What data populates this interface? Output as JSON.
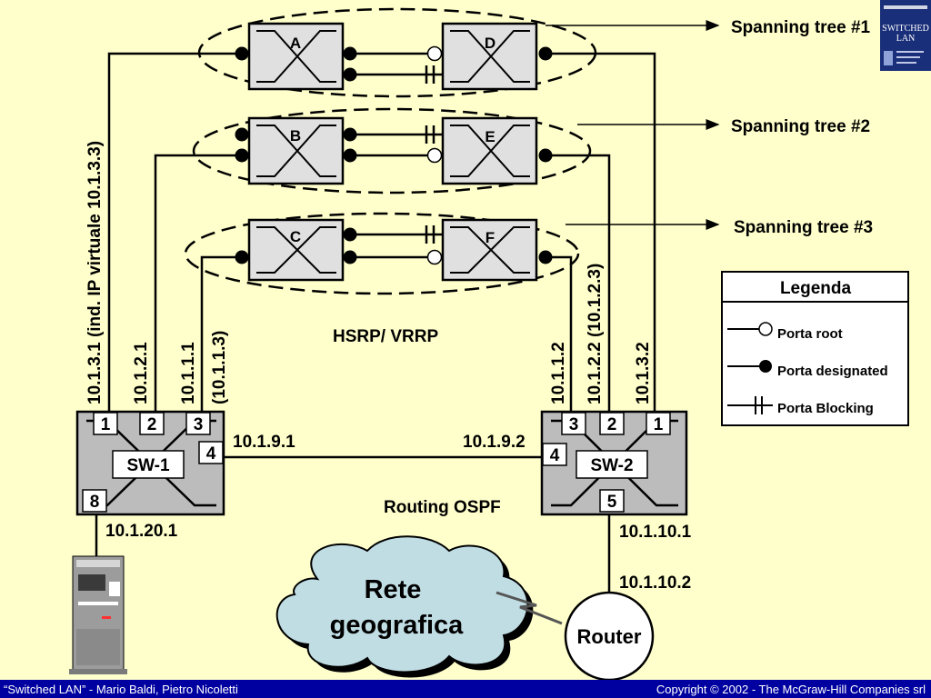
{
  "spanning_trees": [
    "Spanning tree #1",
    "Spanning tree #2",
    "Spanning tree #3"
  ],
  "bridges": [
    "A",
    "B",
    "C",
    "D",
    "E",
    "F"
  ],
  "switches": {
    "sw1": {
      "label": "SW-1",
      "ports": [
        "1",
        "2",
        "3",
        "4",
        "8"
      ]
    },
    "sw2": {
      "label": "SW-2",
      "ports": [
        "3",
        "2",
        "1",
        "4",
        "5"
      ]
    }
  },
  "addresses": {
    "sw1_port1": "10.1.3.1 (ind. IP virtuale 10.1.3.3)",
    "sw1_port2": "10.1.2.1",
    "sw1_port3_a": "10.1.1.1",
    "sw1_port3_b": "(10.1.1.3)",
    "sw2_port3": "10.1.1.2",
    "sw2_port2": "10.1.2.2 (10.1.2.3)",
    "sw2_port1": "10.1.3.2",
    "sw1_link": "10.1.9.1",
    "sw2_link": "10.1.9.2",
    "sw1_port8": "10.1.20.1",
    "sw2_port5": "10.1.10.1",
    "router": "10.1.10.2"
  },
  "labels": {
    "hsrp": "HSRP/ VRRP",
    "routing": "Routing OSPF",
    "cloud_line1": "Rete",
    "cloud_line2": "geografica",
    "router": "Router"
  },
  "legend": {
    "title": "Legenda",
    "root": "Porta root",
    "designated": "Porta designated",
    "blocking": "Porta Blocking"
  },
  "book_cover": {
    "title_line1": "SWITCHED",
    "title_line2": "LAN"
  },
  "footer": {
    "left": "“Switched LAN” - Mario Baldi, Pietro Nicoletti",
    "right": "Copyright © 2002 - The McGraw-Hill Companies srl"
  },
  "colors": {
    "background": "#ffffcc",
    "footer": "#0000a0",
    "device": "#e0e0e0",
    "switch": "#bcbcbc",
    "cloud": "#c0dde4"
  }
}
